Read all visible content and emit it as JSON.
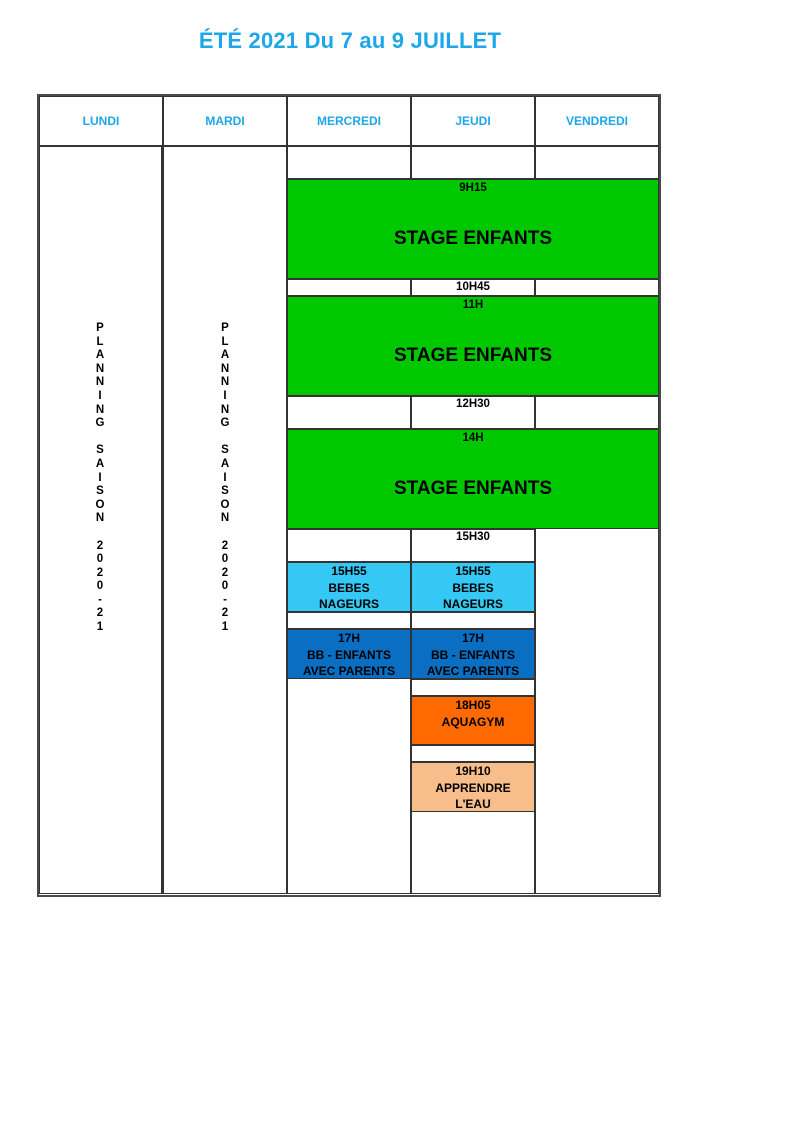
{
  "title": "ÉTÉ 2021 Du 7 au 9 JUILLET",
  "days": [
    "LUNDI",
    "MARDI",
    "MERCREDI",
    "JEUDI",
    "VENDREDI"
  ],
  "vertical_text": "PLANNING SAISON 2020-21",
  "vertical_letters": [
    "P",
    "L",
    "A",
    "N",
    "N",
    "I",
    "N",
    "G",
    "",
    "S",
    "A",
    "I",
    "S",
    "O",
    "N",
    "",
    "2",
    "0",
    "2",
    "0",
    "-",
    "2",
    "1"
  ],
  "stage_blocks": [
    {
      "start": "9H15",
      "label": "STAGE ENFANTS",
      "end": "10H45"
    },
    {
      "start": "11H",
      "label": "STAGE ENFANTS",
      "end": "12H30"
    },
    {
      "start": "14H",
      "label": "STAGE ENFANTS",
      "end": "15H30"
    }
  ],
  "wed_bebes": {
    "time": "15H55",
    "lines": [
      "BEBES",
      "NAGEURS"
    ]
  },
  "thu_bebes": {
    "time": "15H55",
    "lines": [
      "BEBES",
      "NAGEURS"
    ]
  },
  "wed_bb": {
    "time": "17H",
    "lines": [
      "BB - ENFANTS",
      "AVEC PARENTS"
    ]
  },
  "thu_bb": {
    "time": "17H",
    "lines": [
      "BB - ENFANTS",
      "AVEC PARENTS"
    ]
  },
  "aquagym": {
    "time": "18H05",
    "lines": [
      "AQUAGYM"
    ]
  },
  "apprendre": {
    "time": "19H10",
    "lines": [
      "APPRENDRE",
      "L'EAU"
    ]
  },
  "colors": {
    "title": "#1da7e8",
    "stage": "#00c800",
    "bebes": "#35c8f5",
    "bb_enfants": "#0a6fc2",
    "aquagym": "#ff6a00",
    "apprendre": "#f7bd8a"
  }
}
